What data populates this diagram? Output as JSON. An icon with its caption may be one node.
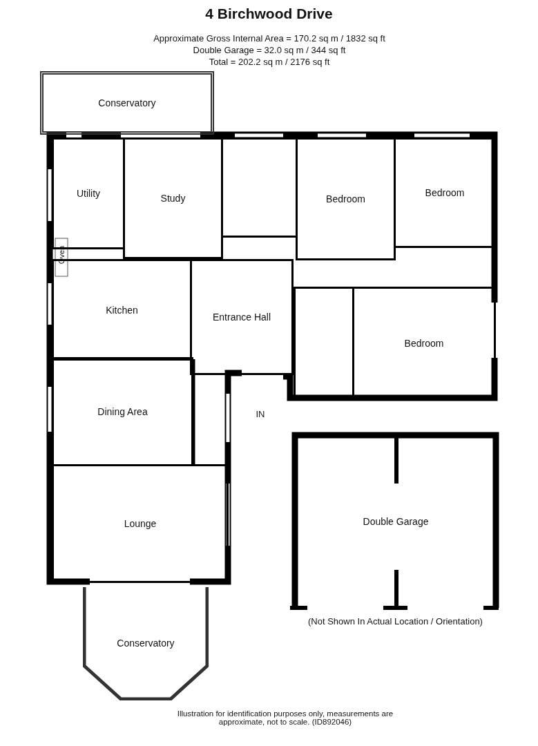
{
  "diagram": {
    "title": "4 Birchwood Drive",
    "nodes": [
      {
        "text": [
          "Conservatory"
        ]
      },
      {
        "text": [
          "Utility"
        ]
      },
      {
        "text": [
          "Study"
        ]
      },
      {
        "text": [],
        "shape": "box"
      },
      {
        "text": [
          "Bedroom"
        ]
      },
      {
        "text": [
          "Bedroom"
        ]
      },
      {
        "text": [
          "Kitchen"
        ]
      },
      {
        "text": [
          "Entrance Hall"
        ]
      },
      {
        "text": [],
        "shape": "box"
      },
      {
        "text": [
          "Bedroom"
        ]
      },
      {
        "text": [
          "Dining Area"
        ]
      },
      {
        "text": [
          "Lounge"
        ]
      },
      {
        "text": [
          "Conservatory"
        ]
      },
      {
        "text": [
          "Double Garage"
        ]
      }
    ],
    "labels": [
      "Approximate Gross Internal Area = 170.2 sq m / 1832 sq ft",
      "Double Garage = 32.0 sq m / 344 sq ft",
      "Total = 202.2 sq m / 2176 sq ft",
      "Oven",
      "IN",
      "(Not Shown In Actual Location / Orientation)",
      "Illustration for identification purposes only, measurements are approximate, not to scale. (ID892046)"
    ]
  }
}
